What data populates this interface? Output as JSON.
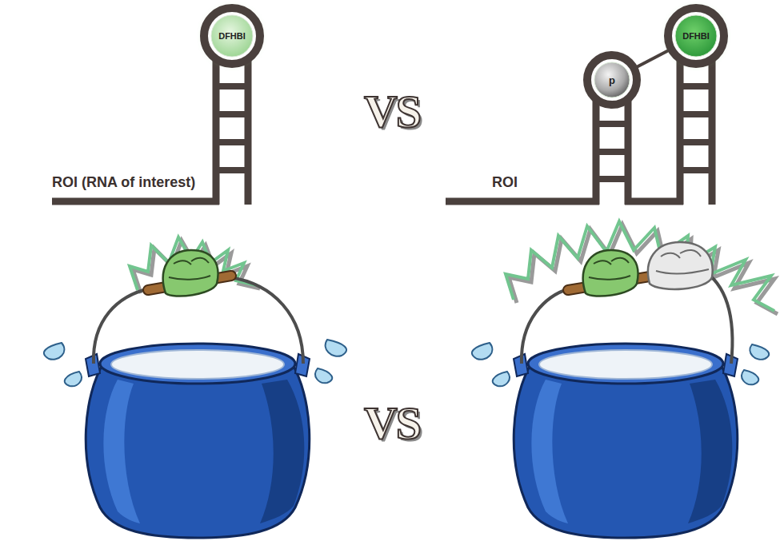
{
  "diagram": {
    "nodes": [
      {
        "text": [
          "DFHBI"
        ]
      },
      {
        "text": [
          "p"
        ]
      },
      {
        "text": [
          "DFHBI"
        ]
      }
    ],
    "edges": [
      {
        "from": 1,
        "to": 2,
        "arrow": "none"
      }
    ],
    "labels": [
      "ROI (RNA of interest)",
      "VS",
      "ROI",
      "VS"
    ]
  }
}
